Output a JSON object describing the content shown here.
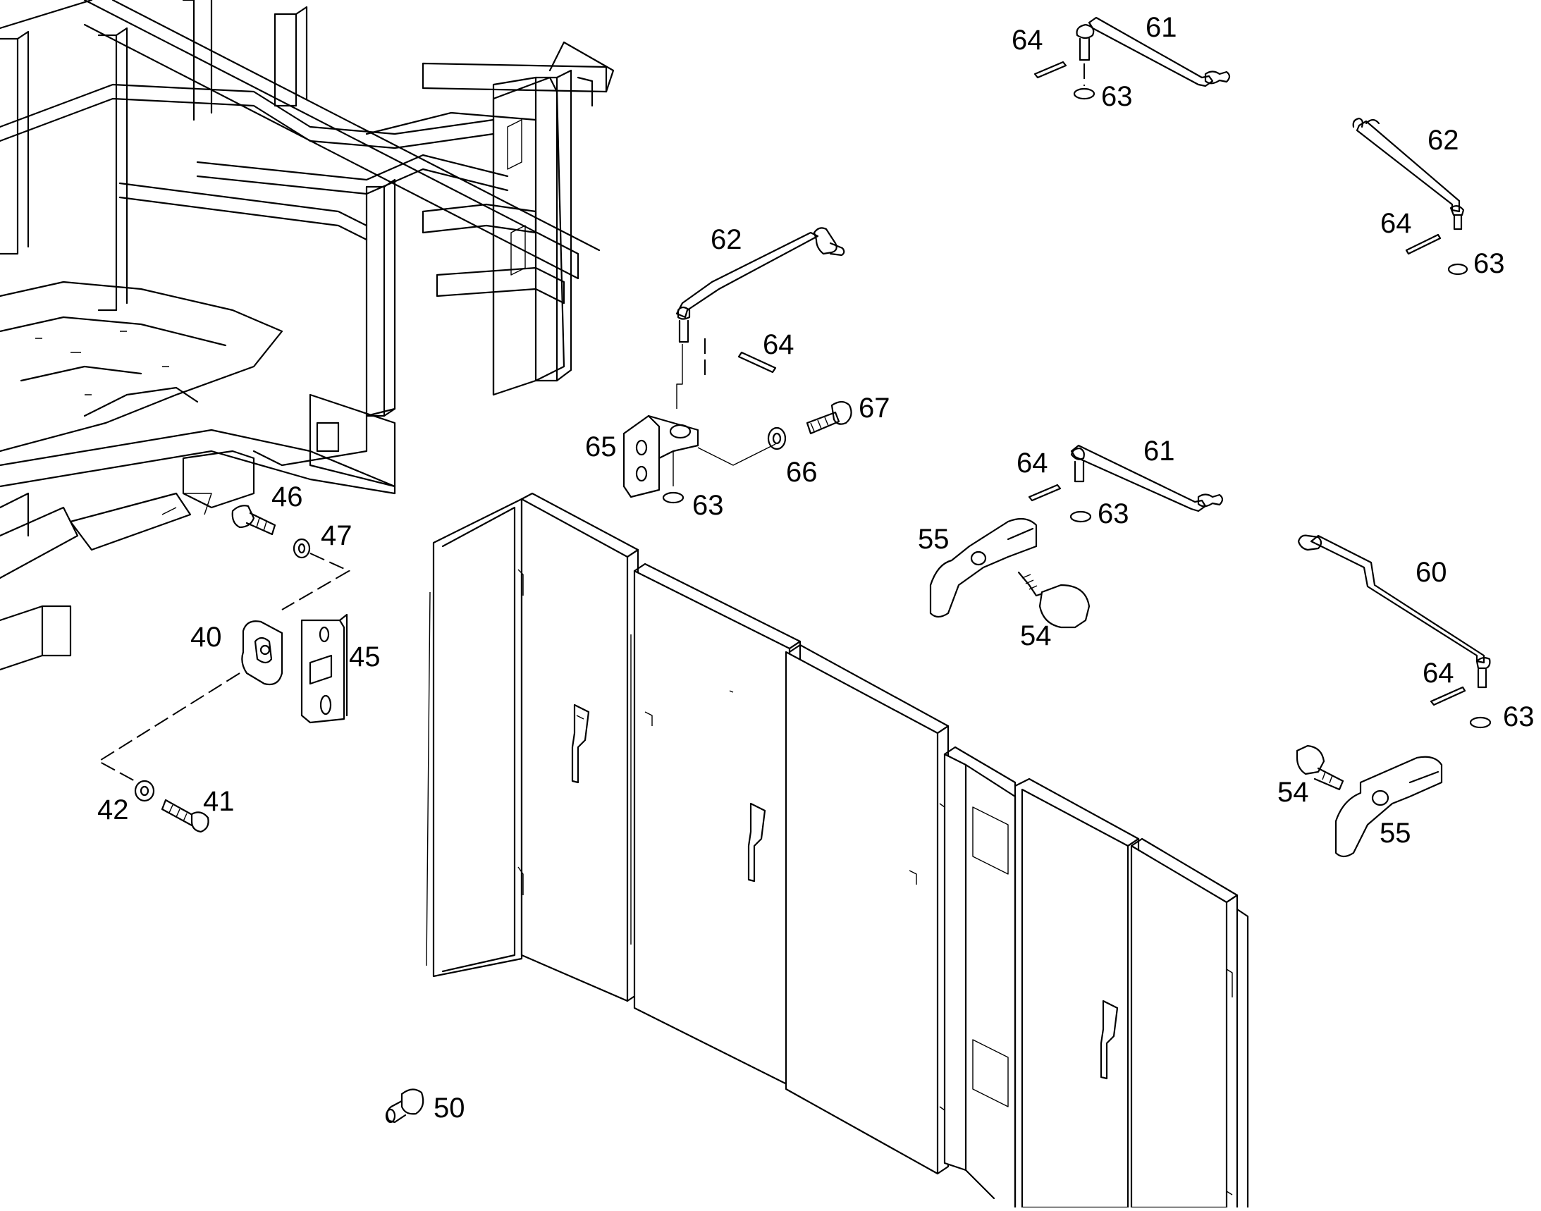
{
  "colors": {
    "line": "#000000",
    "background": "#ffffff"
  },
  "callouts": {
    "c61a": "61",
    "c64a": "64",
    "c63a": "63",
    "c62b": "62",
    "c64b": "64",
    "c63b": "63",
    "c62a": "62",
    "c64c": "64",
    "c65": "65",
    "c63c": "63",
    "c66": "66",
    "c67": "67",
    "c64d": "64",
    "c61b": "61",
    "c63d": "63",
    "c55a": "55",
    "c54a": "54",
    "c60": "60",
    "c64e": "64",
    "c63e": "63",
    "c54b": "54",
    "c55b": "55",
    "c46": "46",
    "c47": "47",
    "c40": "40",
    "c45": "45",
    "c42": "42",
    "c41": "41",
    "c50": "50"
  }
}
